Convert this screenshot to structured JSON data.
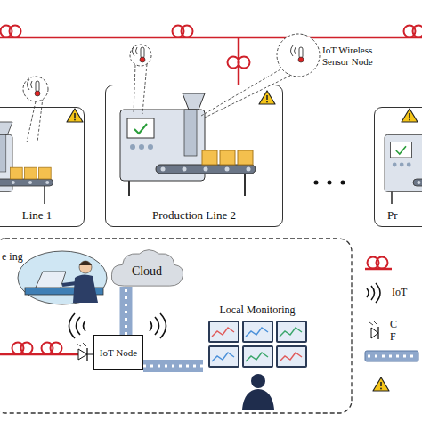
{
  "diagram": {
    "nodes": [
      {
        "text": [
          "Line 1"
        ]
      },
      {
        "text": [
          "Production Line 2"
        ]
      },
      {
        "text": [
          "Pr"
        ]
      },
      {
        "text": [
          "e ing"
        ]
      },
      {
        "text": [
          "Cloud"
        ]
      },
      {
        "text": [
          "IoT Node"
        ]
      },
      {
        "text": [
          "Local Monitoring"
        ]
      }
    ],
    "edges": [
      {
        "from": 5,
        "to": 4,
        "arrow": "none"
      },
      {
        "from": 5,
        "to": 6,
        "arrow": "none"
      }
    ],
    "labels": [
      "IoT Wireless Sensor Node"
    ],
    "legend": [
      {
        "text": "IoT"
      },
      {
        "text": "C F"
      }
    ]
  }
}
